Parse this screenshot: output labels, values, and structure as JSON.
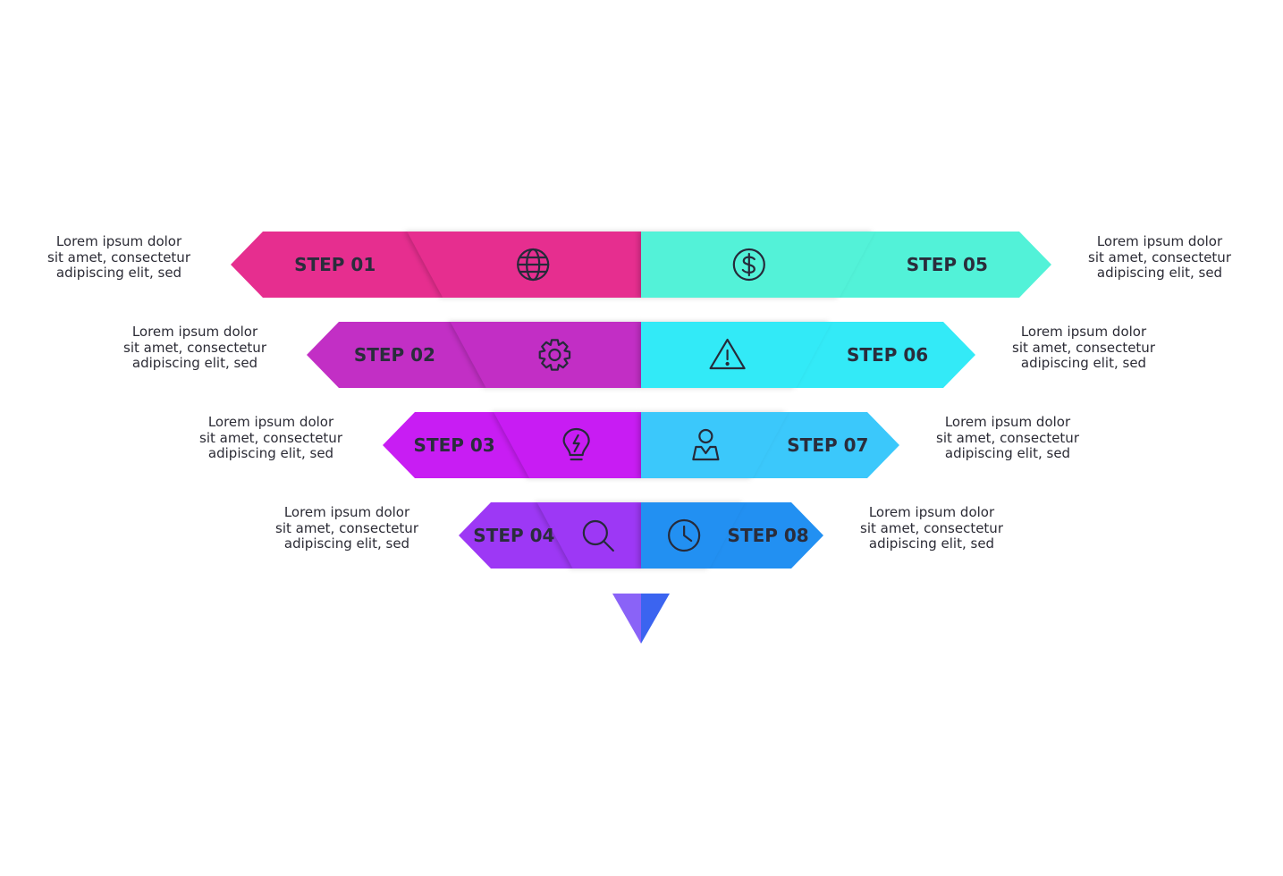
{
  "steps": [
    {
      "label": "STEP 01",
      "side": "left",
      "color": "#e62e8f",
      "icon": "globe-icon",
      "desc": [
        "Lorem ipsum dolor",
        "sit amet, consectetur",
        "adipiscing elit, sed"
      ]
    },
    {
      "label": "STEP 02",
      "side": "left",
      "color": "#c22fc5",
      "icon": "gear-icon",
      "desc": [
        "Lorem ipsum dolor",
        "sit amet, consectetur",
        "adipiscing elit, sed"
      ]
    },
    {
      "label": "STEP 03",
      "side": "left",
      "color": "#c81df3",
      "icon": "lightbulb-icon",
      "desc": [
        "Lorem ipsum dolor",
        "sit amet, consectetur",
        "adipiscing elit, sed"
      ]
    },
    {
      "label": "STEP 04",
      "side": "left",
      "color": "#9d38f5",
      "icon": "search-icon",
      "desc": [
        "Lorem ipsum dolor",
        "sit amet, consectetur",
        "adipiscing elit, sed"
      ]
    },
    {
      "label": "STEP 05",
      "side": "right",
      "color": "#52f2d8",
      "icon": "dollar-icon",
      "desc": [
        "Lorem ipsum dolor",
        "sit amet, consectetur",
        "adipiscing elit, sed"
      ]
    },
    {
      "label": "STEP 06",
      "side": "right",
      "color": "#33eaf7",
      "icon": "warning-icon",
      "desc": [
        "Lorem ipsum dolor",
        "sit amet, consectetur",
        "adipiscing elit, sed"
      ]
    },
    {
      "label": "STEP 07",
      "side": "right",
      "color": "#3bc8fb",
      "icon": "user-icon",
      "desc": [
        "Lorem ipsum dolor",
        "sit amet, consectetur",
        "adipiscing elit, sed"
      ]
    },
    {
      "label": "STEP 08",
      "side": "right",
      "color": "#2290f2",
      "icon": "clock-icon",
      "desc": [
        "Lorem ipsum dolor",
        "sit amet, consectetur",
        "adipiscing elit, sed"
      ]
    }
  ],
  "funnel_tip": {
    "left_color": "#8a63f7",
    "right_color": "#3b64f0"
  }
}
